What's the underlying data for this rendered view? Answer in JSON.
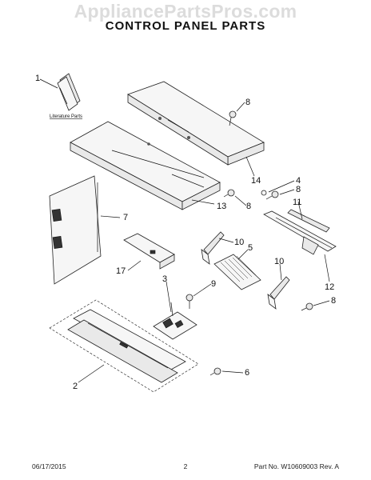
{
  "watermark": "AppliancePartsPros.com",
  "title": "CONTROL PANEL PARTS",
  "literature_label": "Literature Parts",
  "callouts": [
    {
      "id": "c1",
      "label": "1"
    },
    {
      "id": "c8a",
      "label": "8"
    },
    {
      "id": "c14",
      "label": "14"
    },
    {
      "id": "c4",
      "label": "4"
    },
    {
      "id": "c8b",
      "label": "8"
    },
    {
      "id": "c13",
      "label": "13"
    },
    {
      "id": "c11",
      "label": "11"
    },
    {
      "id": "c7",
      "label": "7"
    },
    {
      "id": "c8c",
      "label": "8"
    },
    {
      "id": "c10a",
      "label": "10"
    },
    {
      "id": "c5",
      "label": "5"
    },
    {
      "id": "c17",
      "label": "17"
    },
    {
      "id": "c10b",
      "label": "10"
    },
    {
      "id": "c12",
      "label": "12"
    },
    {
      "id": "c3",
      "label": "3"
    },
    {
      "id": "c9",
      "label": "9"
    },
    {
      "id": "c8d",
      "label": "8"
    },
    {
      "id": "c6",
      "label": "6"
    },
    {
      "id": "c2",
      "label": "2"
    }
  ],
  "footer": {
    "date": "06/17/2015",
    "page": "2",
    "part_no": "Part No. W10609003  Rev. A"
  }
}
